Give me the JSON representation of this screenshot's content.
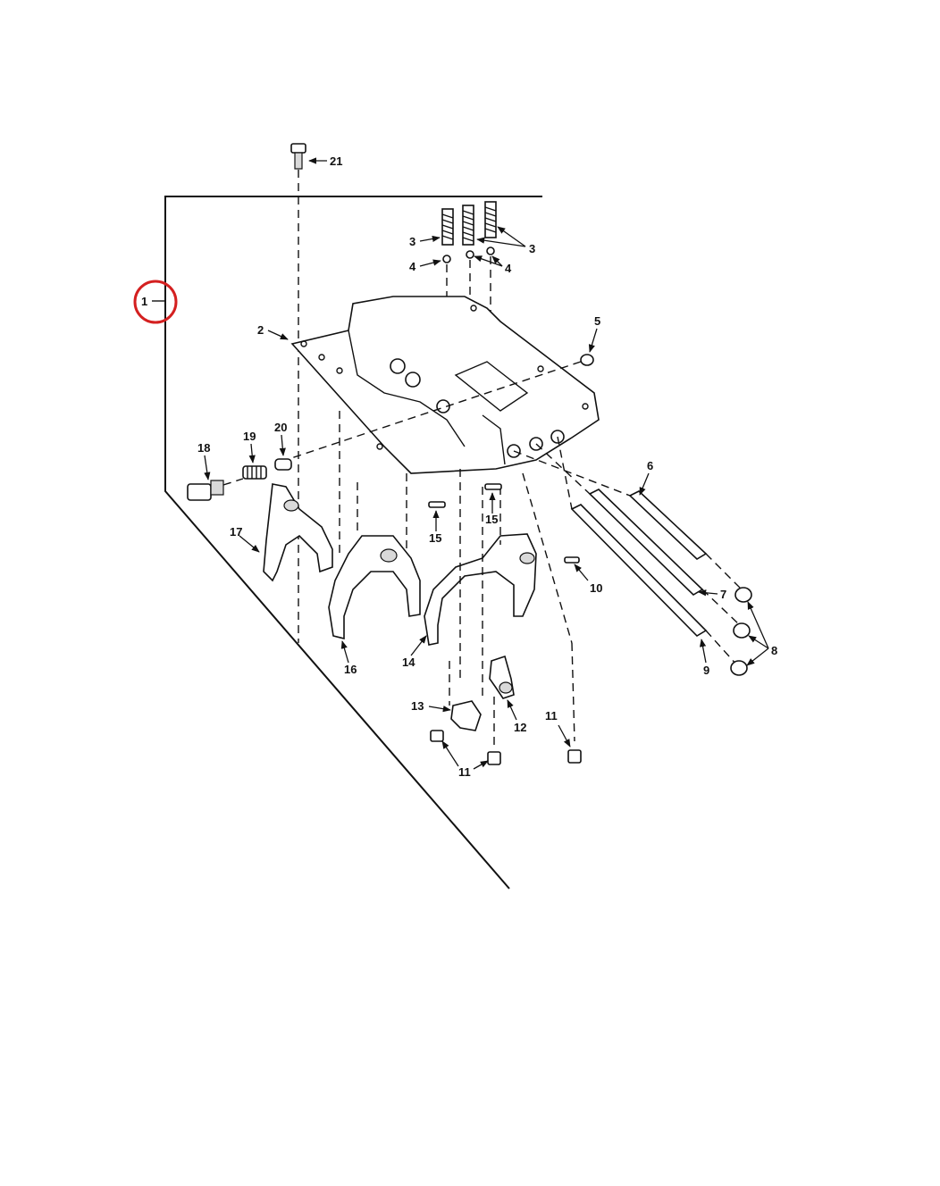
{
  "callouts": {
    "c1": "1",
    "c2": "2",
    "c3a": "3",
    "c3b": "3",
    "c4a": "4",
    "c4b": "4",
    "c5": "5",
    "c6": "6",
    "c7": "7",
    "c8": "8",
    "c9": "9",
    "c10": "10",
    "c11a": "11",
    "c11b": "11",
    "c11c": "11",
    "c12": "12",
    "c13": "13",
    "c14": "14",
    "c15a": "15",
    "c15b": "15",
    "c16": "16",
    "c17": "17",
    "c18": "18",
    "c19": "19",
    "c20": "20",
    "c21": "21"
  },
  "highlight": {
    "color": "#d42020",
    "target": "1"
  }
}
